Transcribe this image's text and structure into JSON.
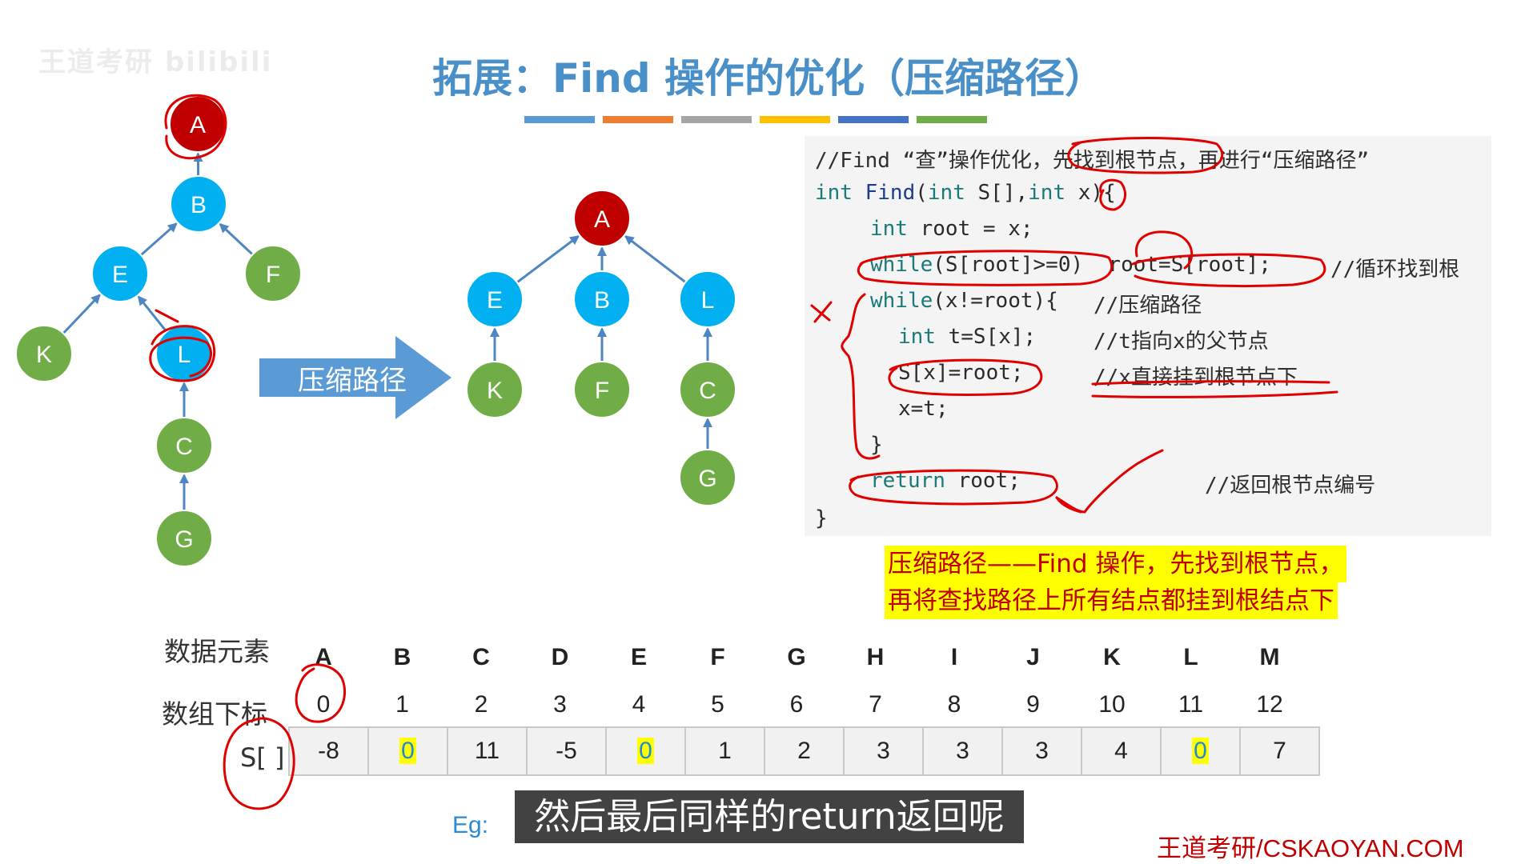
{
  "watermark": "王道考研 bilibili",
  "slide": {
    "title": "拓展：Find 操作的优化（压缩路径）",
    "color_bar": [
      "#5b9bd5",
      "#ed7d31",
      "#a5a5a5",
      "#ffc000",
      "#4472c4",
      "#70ad47"
    ]
  },
  "left_tree": {
    "nodes": [
      {
        "id": "A",
        "label": "A",
        "color": "#c00000"
      },
      {
        "id": "B",
        "label": "B",
        "color": "#00b0f0"
      },
      {
        "id": "E",
        "label": "E",
        "color": "#00b0f0"
      },
      {
        "id": "F",
        "label": "F",
        "color": "#70ad47"
      },
      {
        "id": "K",
        "label": "K",
        "color": "#70ad47"
      },
      {
        "id": "L",
        "label": "L",
        "color": "#00b0f0"
      },
      {
        "id": "C",
        "label": "C",
        "color": "#70ad47"
      },
      {
        "id": "G",
        "label": "G",
        "color": "#70ad47"
      }
    ]
  },
  "compress_arrow": {
    "label": "压缩路径"
  },
  "right_tree": {
    "nodes": [
      {
        "id": "A",
        "label": "A",
        "color": "#c00000"
      },
      {
        "id": "E",
        "label": "E",
        "color": "#00b0f0"
      },
      {
        "id": "B",
        "label": "B",
        "color": "#00b0f0"
      },
      {
        "id": "L",
        "label": "L",
        "color": "#00b0f0"
      },
      {
        "id": "K",
        "label": "K",
        "color": "#70ad47"
      },
      {
        "id": "F",
        "label": "F",
        "color": "#70ad47"
      },
      {
        "id": "C",
        "label": "C",
        "color": "#70ad47"
      },
      {
        "id": "G",
        "label": "G",
        "color": "#70ad47"
      }
    ]
  },
  "code": {
    "line1": "//Find “查”操作优化，先找到根节点，再进行“压缩路径”",
    "line2_a": "int",
    "line2_b": " Find",
    "line2_c": "(",
    "line2_d": "int",
    "line2_e": " S[],",
    "line2_f": "int",
    "line2_g": " x){",
    "line3_a": "int",
    "line3_b": " root = x;",
    "line4_a": "while",
    "line4_b": "(S[root]>=0)  root=S[root];",
    "line4_c": "//循环找到根",
    "line5_a": "while",
    "line5_b": "(x!=root){ ",
    "line5_c": "//压缩路径",
    "line6_a": "int",
    "line6_b": " t=S[x];",
    "line6_c": "//t指向x的父节点",
    "line7_a": "S[x]=root;",
    "line7_b": "//x直接挂到根节点下",
    "line8": "x=t;",
    "line9": "}",
    "line10_a": "return",
    "line10_b": " root;",
    "line10_c": "//返回根节点编号",
    "line11": "}"
  },
  "highlight": {
    "line1": "压缩路径——Find 操作，先找到根节点，",
    "line2": "再将查找路径上所有结点都挂到根结点下"
  },
  "table": {
    "row_label_elements": "数据元素",
    "row_label_index": "数组下标",
    "row_label_s": "S[ ]",
    "letters": [
      "A",
      "B",
      "C",
      "D",
      "E",
      "F",
      "G",
      "H",
      "I",
      "J",
      "K",
      "L",
      "M"
    ],
    "indices": [
      "0",
      "1",
      "2",
      "3",
      "4",
      "5",
      "6",
      "7",
      "8",
      "9",
      "10",
      "11",
      "12"
    ],
    "values": [
      "-8",
      "0",
      "11",
      "-5",
      "0",
      "1",
      "2",
      "3",
      "3",
      "3",
      "4",
      "0",
      "7"
    ],
    "highlighted_value_indices": [
      1,
      4,
      11
    ]
  },
  "eg_text": "Eg:",
  "subtitle": "然后最后同样的return返回呢",
  "brand": "王道考研/CSKAOYAN.COM"
}
